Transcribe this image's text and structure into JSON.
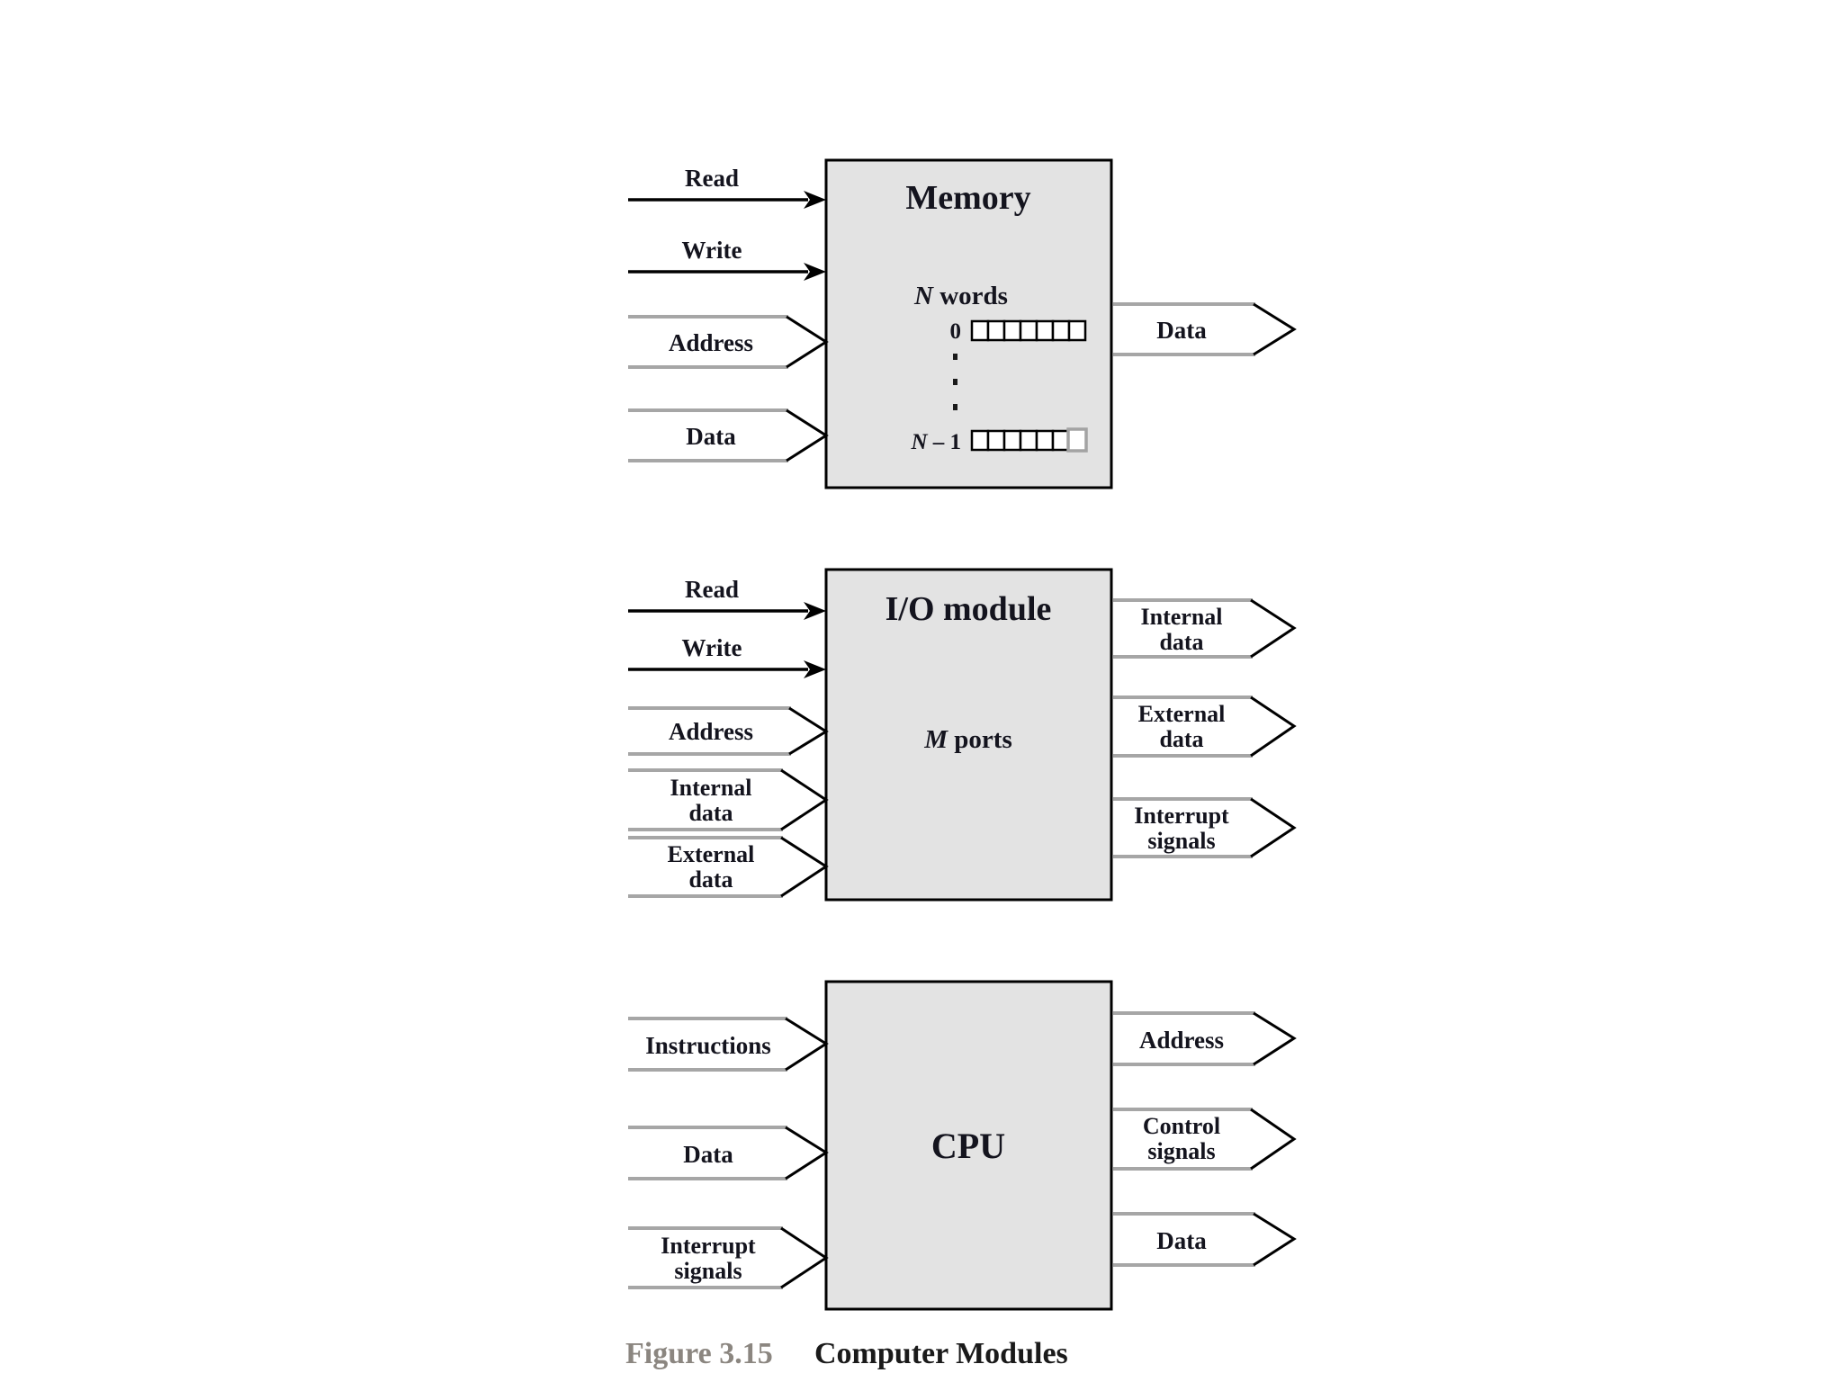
{
  "figure": {
    "label": "Figure 3.15",
    "title": "Computer Modules"
  },
  "colors": {
    "block_fill": "#e3e3e3",
    "block_border": "#000000",
    "bus_outline_gray": "#a6a6a6",
    "arrow_black": "#000000",
    "caption_label_gray": "#8b8680",
    "last_cell_gray": "#a3a3a3"
  },
  "memory": {
    "title": "Memory",
    "words_var": "N",
    "words_rest": " words",
    "cells_per_word": 7,
    "rows": {
      "first_label": "0",
      "last_var": "N",
      "last_rest": " – 1"
    },
    "inputs": {
      "read": "Read",
      "write": "Write",
      "address": "Address",
      "data": "Data"
    },
    "outputs": {
      "data": "Data"
    }
  },
  "io": {
    "title": "I/O module",
    "ports_var": "M",
    "ports_rest": " ports",
    "inputs": {
      "read": "Read",
      "write": "Write",
      "address": "Address",
      "internal_data": {
        "lines": [
          "Internal",
          "data"
        ]
      },
      "external_data": {
        "lines": [
          "External",
          "data"
        ]
      }
    },
    "outputs": {
      "internal_data": {
        "lines": [
          "Internal",
          "data"
        ]
      },
      "external_data": {
        "lines": [
          "External",
          "data"
        ]
      },
      "interrupt_signals": {
        "lines": [
          "Interrupt",
          "signals"
        ]
      }
    }
  },
  "cpu": {
    "title": "CPU",
    "inputs": {
      "instructions": "Instructions",
      "data": "Data",
      "interrupt_signals": {
        "lines": [
          "Interrupt",
          "signals"
        ]
      }
    },
    "outputs": {
      "address": "Address",
      "control_signals": {
        "lines": [
          "Control",
          "signals"
        ]
      },
      "data": "Data"
    }
  }
}
